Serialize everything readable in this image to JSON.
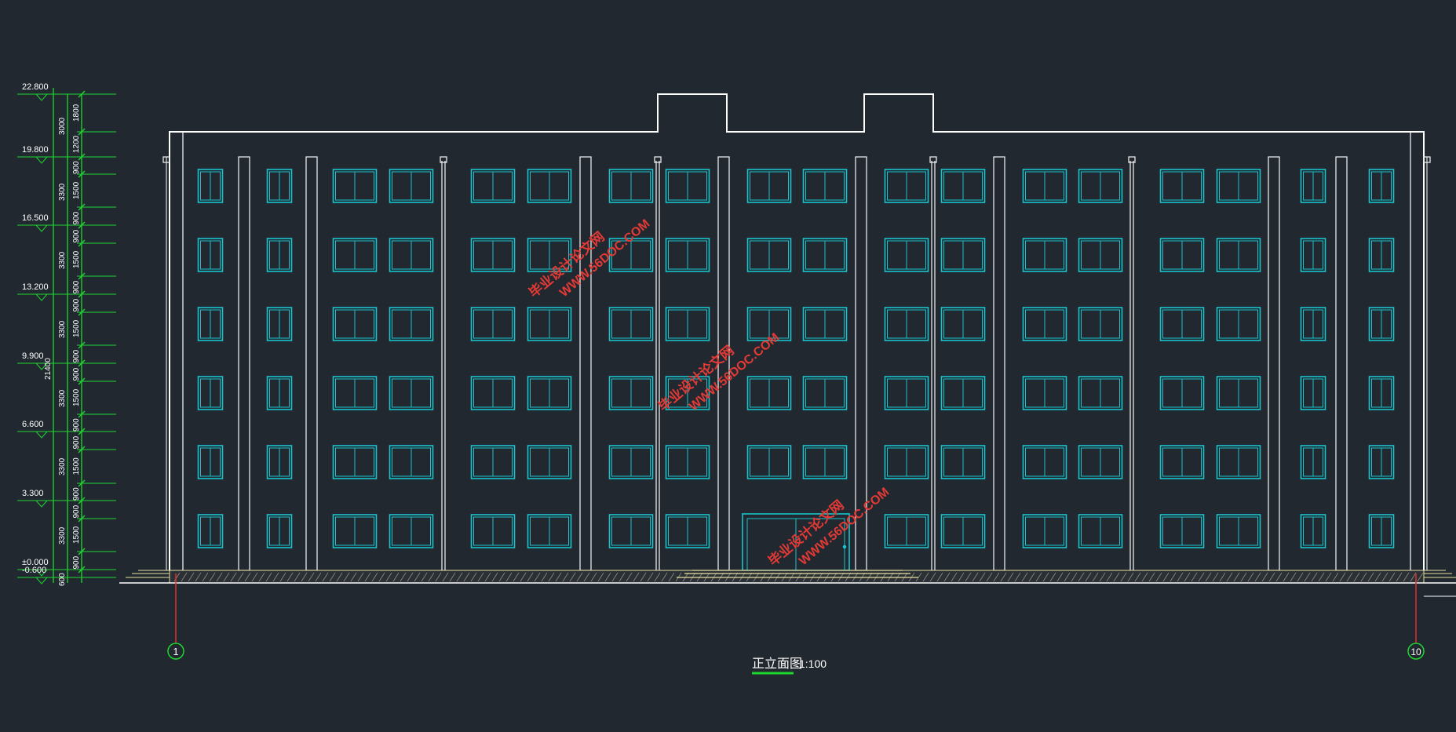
{
  "drawing": {
    "title": "正立面图",
    "scale": "1:100",
    "grid_left": "1",
    "grid_right": "10"
  },
  "elevations": [
    "22.800",
    "19.800",
    "16.500",
    "13.200",
    "9.900",
    "6.600",
    "3.300",
    "±0.000",
    "-0.600"
  ],
  "dims_outer": [
    "3000",
    "3300",
    "3300",
    "3300",
    "3300",
    "3300",
    "3300",
    "600"
  ],
  "dims_total": "21400",
  "dims_inner": [
    "1800",
    "1200",
    "900",
    "1500",
    "900",
    "900",
    "1500",
    "900",
    "900",
    "1500",
    "900",
    "900",
    "1500",
    "900",
    "900",
    "1500",
    "900",
    "900",
    "1500",
    "900"
  ],
  "watermark": {
    "line1": "毕业设计论文网",
    "line2": "WWW.56DOC.COM"
  },
  "colors": {
    "background": "#212830",
    "outline": "#ffffff",
    "window": "#19c3cc",
    "dimension": "#1fd62f",
    "ground": "#e6e0a0",
    "watermark": "#e33a35",
    "axis_red": "#e0302a"
  }
}
